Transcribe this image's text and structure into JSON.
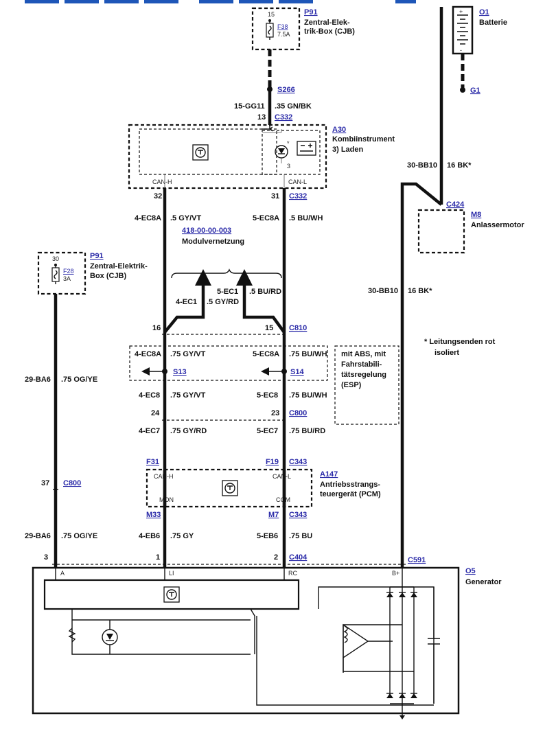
{
  "top_bar": {
    "accent": "#1e56b8"
  },
  "colors": {
    "link": "#2a2aa8",
    "wire": "#111111"
  },
  "components": {
    "p91_top": {
      "id": "P91",
      "name_1": "Zentral-Elek-",
      "name_2": "trik-Box (CJB)",
      "pin": "15",
      "fuse": "F38",
      "rating": "7.5A"
    },
    "o1": {
      "id": "O1",
      "name": "Batterie"
    },
    "g1": {
      "id": "G1"
    },
    "a30": {
      "id": "A30",
      "name_1": "Kombiinstrument",
      "name_2": "3)   Laden",
      "pin_label": "3",
      "can_h": "CAN-H",
      "can_l": "CAN-L"
    },
    "m8": {
      "id": "M8",
      "name": "Anlassermotor"
    },
    "p91_left": {
      "id": "P91",
      "name_1": "Zentral-Elektrik-",
      "name_2": "Box (CJB)",
      "pin": "30",
      "fuse": "F28",
      "rating": "3A"
    },
    "a147": {
      "id": "A147",
      "name_1": "Antriebsstrangs-",
      "name_2": "teuergerät (PCM)",
      "can_h": "CAN-H",
      "can_l": "CAN-L",
      "mon": "MON",
      "com": "COM"
    },
    "o5": {
      "id": "O5",
      "name": "Generator",
      "pin_a": "A",
      "pin_li": "LI",
      "pin_rc": "RC",
      "pin_b": "B+"
    }
  },
  "splices": {
    "s266": "S266",
    "s13": "S13",
    "s14": "S14"
  },
  "connectors": {
    "c332_top": "C332",
    "c332_bot": "C332",
    "c424": "C424",
    "c810": "C810",
    "c800_mid": "C800",
    "c800_left": "C800",
    "f31": "F31",
    "f19": "F19",
    "c343_top": "C343",
    "m33": "M33",
    "m7": "M7",
    "c343_bot": "C343",
    "c404": "C404",
    "c591": "C591"
  },
  "wires": {
    "gg11": {
      "circuit": "15-GG11",
      "spec": ".35 GN/BK",
      "pin": "13"
    },
    "bb10_top": {
      "circuit": "30-BB10",
      "spec": "16 BK*"
    },
    "bb10_mid": {
      "circuit": "30-BB10",
      "spec": "16 BK*"
    },
    "ec8a_l": {
      "circuit": "4-EC8A",
      "spec": ".5 GY/VT",
      "pin": "32"
    },
    "ec8a_r": {
      "circuit": "5-EC8A",
      "spec": ".5 BU/WH",
      "pin": "31"
    },
    "ec1_l": {
      "circuit": "4-EC1",
      "spec": ".5 GY/RD"
    },
    "ec1_r": {
      "circuit": "5-EC1",
      "spec": ".5 BU/RD"
    },
    "pin16": "16",
    "pin15": "15",
    "s_ec8a_l": {
      "circuit": "4-EC8A",
      "spec": ".75 GY/VT"
    },
    "s_ec8a_r": {
      "circuit": "5-EC8A",
      "spec": ".75 BU/WH"
    },
    "ec8_l": {
      "circuit": "4-EC8",
      "spec": ".75 GY/VT"
    },
    "ec8_r": {
      "circuit": "5-EC8",
      "spec": ".75 BU/WH"
    },
    "pin24": "24",
    "pin23": "23",
    "ec7_l": {
      "circuit": "4-EC7",
      "spec": ".75 GY/RD"
    },
    "ec7_r": {
      "circuit": "5-EC7",
      "spec": ".75 BU/RD"
    },
    "ba6_top": {
      "circuit": "29-BA6",
      "spec": ".75 OG/YE"
    },
    "pin37": "37",
    "ba6_bot": {
      "circuit": "29-BA6",
      "spec": ".75 OG/YE"
    },
    "eb6_l": {
      "circuit": "4-EB6",
      "spec": ".75 GY"
    },
    "eb6_r": {
      "circuit": "5-EB6",
      "spec": ".75 BU"
    },
    "pin3": "3",
    "pin1": "1",
    "pin2": "2"
  },
  "references": {
    "link": "418-00-00-003",
    "label": "Modulvernetzung"
  },
  "notes": {
    "abs_1": "mit ABS, mit",
    "abs_2": "Fahrstabili-",
    "abs_3": "tätsregelung",
    "abs_4": "(ESP)",
    "star_1": "*   Leitungsenden rot",
    "star_2": "isoliert"
  }
}
